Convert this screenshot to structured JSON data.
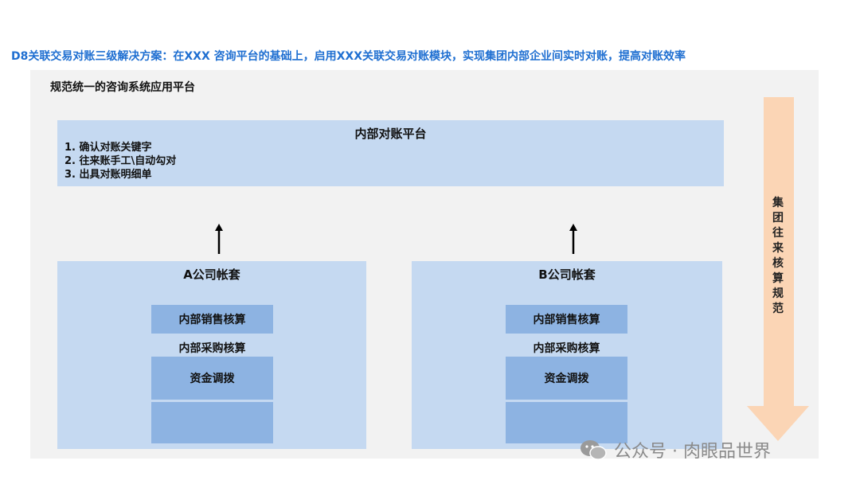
{
  "title": "D8关联交易对账三级解决方案：在XXX 咨询平台的基础上，启用XXX关联交易对账模块，实现集团内部企业间实时对账，提高对账效率",
  "platform_label": "规范统一的咨询系统应用平台",
  "inner_platform": {
    "title": "内部对账平台",
    "items": [
      "1. 确认对账关键字",
      "2. 往来账手工\\自动勾对",
      "3. 出具对账明细单"
    ]
  },
  "books": [
    {
      "title": "A公司帐套",
      "sales": "内部销售核算",
      "purchase": "内部采购核算",
      "funds": "资金调拨"
    },
    {
      "title": "B公司帐套",
      "sales": "内部销售核算",
      "purchase": "内部采购核算",
      "funds": "资金调拨"
    }
  ],
  "side_label": "集团往来核算规范",
  "watermark": "公众号 · 肉眼品世界",
  "colors": {
    "title": "#1f6fd1",
    "panel_bg": "#f2f2f2",
    "light_blue": "#c5d9f1",
    "mid_blue": "#8db3e2",
    "side_arrow": "#fbd5b5"
  }
}
